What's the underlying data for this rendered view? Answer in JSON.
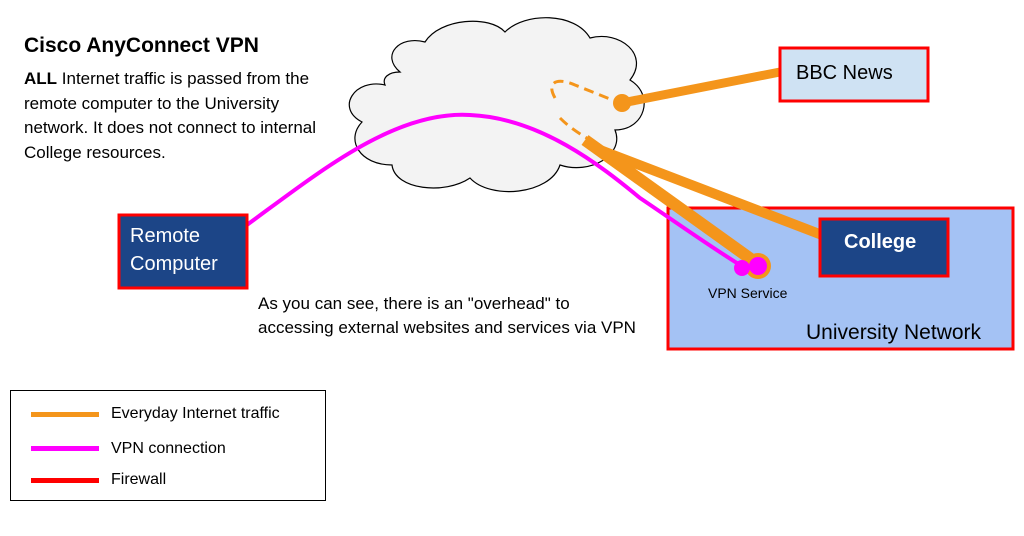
{
  "title": "Cisco AnyConnect VPN",
  "description": {
    "bold": "ALL",
    "text": " Internet traffic is passed from the remote computer to the University network. It does not connect to internal College resources."
  },
  "note": "As you can see, there is an \"overhead\" to accessing external websites and services via VPN",
  "nodes": {
    "remote_computer": "Remote Computer",
    "bbc_news": "BBC News",
    "college": "College",
    "vpn_service": "VPN Service",
    "university_network": "University Network"
  },
  "legend": [
    {
      "label": "Everyday Internet traffic",
      "color": "#f4951b"
    },
    {
      "label": "VPN connection",
      "color": "#ff00ff"
    },
    {
      "label": "Firewall",
      "color": "#ff0000"
    }
  ],
  "colors": {
    "firewall": "#ff0000",
    "university_fill": "#a4c2f4",
    "college_fill": "#1c4587",
    "remote_fill": "#1c4587",
    "bbc_fill": "#cfe2f3",
    "internet": "#f4951b",
    "vpn": "#ff00ff"
  }
}
